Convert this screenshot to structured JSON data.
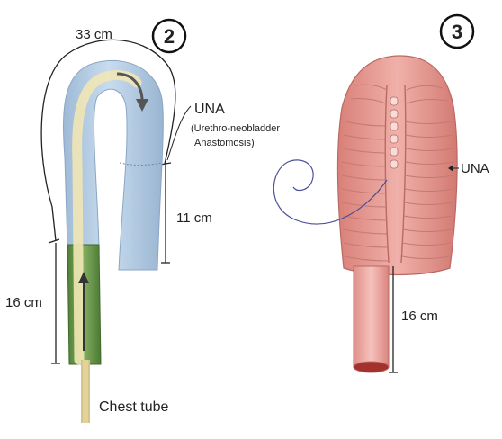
{
  "panel_2": {
    "number": "2",
    "label_33cm": "33 cm",
    "label_una": "UNA",
    "label_una_full_1": "(Urethro-neobladder",
    "label_una_full_2": "Anastomosis)",
    "label_11cm": "11 cm",
    "label_16cm": "16 cm",
    "label_chest_tube": "Chest tube"
  },
  "panel_3": {
    "number": "3",
    "label_una": "UNA",
    "label_16cm": "16 cm"
  },
  "colors": {
    "blue_tube": "#b7cfe4",
    "green_tube": "#6f9f4e",
    "chest_tube": "#e7d9a4",
    "neobladder": "#e4968f",
    "suture": "#4b4f9a"
  }
}
